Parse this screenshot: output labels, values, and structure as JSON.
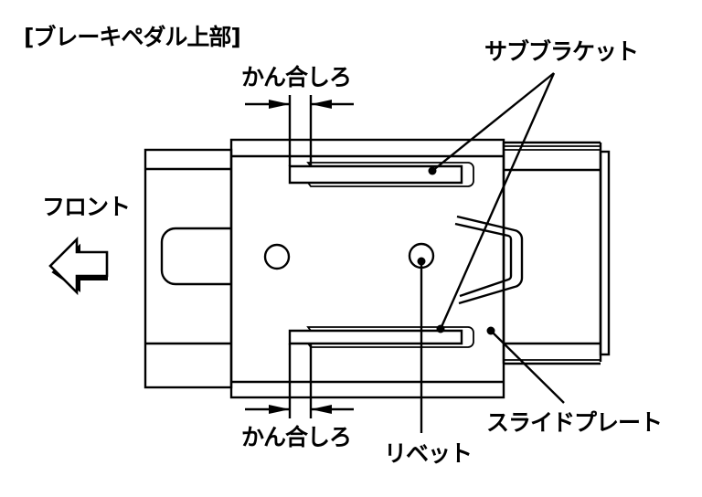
{
  "title": "[ブレーキペダル上部]",
  "labels": {
    "front": "フロント",
    "engagement_top": "かん合しろ",
    "engagement_bottom": "かん合しろ",
    "sub_bracket": "サブブラケット",
    "rivet": "リベット",
    "slide_plate": "スライドプレート"
  },
  "icons": {
    "front_arrow": "left-arrow-icon"
  },
  "colors": {
    "line": "#000000",
    "background": "#ffffff"
  }
}
